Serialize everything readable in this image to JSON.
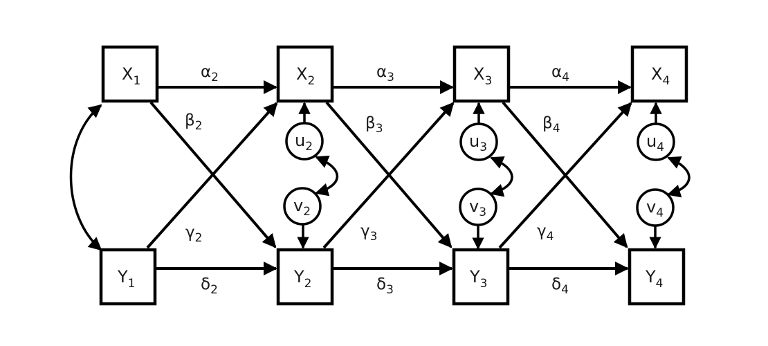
{
  "diagram": {
    "type": "cross-lagged path model",
    "waves": [
      1,
      2,
      3,
      4
    ],
    "observed": {
      "X": [
        {
          "id": "X1",
          "base": "X",
          "sub": "1"
        },
        {
          "id": "X2",
          "base": "X",
          "sub": "2"
        },
        {
          "id": "X3",
          "base": "X",
          "sub": "3"
        },
        {
          "id": "X4",
          "base": "X",
          "sub": "4"
        }
      ],
      "Y": [
        {
          "id": "Y1",
          "base": "Y",
          "sub": "1"
        },
        {
          "id": "Y2",
          "base": "Y",
          "sub": "2"
        },
        {
          "id": "Y3",
          "base": "Y",
          "sub": "3"
        },
        {
          "id": "Y4",
          "base": "Y",
          "sub": "4"
        }
      ]
    },
    "residuals": {
      "u": [
        {
          "id": "u2",
          "base": "u",
          "sub": "2",
          "target": "X2"
        },
        {
          "id": "u3",
          "base": "u",
          "sub": "3",
          "target": "X3"
        },
        {
          "id": "u4",
          "base": "u",
          "sub": "4",
          "target": "X4"
        }
      ],
      "v": [
        {
          "id": "v2",
          "base": "v",
          "sub": "2",
          "target": "Y2"
        },
        {
          "id": "v3",
          "base": "v",
          "sub": "3",
          "target": "Y3"
        },
        {
          "id": "v4",
          "base": "v",
          "sub": "4",
          "target": "Y4"
        }
      ]
    },
    "paths": {
      "alpha": [
        {
          "base": "α",
          "sub": "2",
          "from": "X1",
          "to": "X2"
        },
        {
          "base": "α",
          "sub": "3",
          "from": "X2",
          "to": "X3"
        },
        {
          "base": "α",
          "sub": "4",
          "from": "X3",
          "to": "X4"
        }
      ],
      "beta": [
        {
          "base": "β",
          "sub": "2",
          "from": "X1",
          "to": "Y2"
        },
        {
          "base": "β",
          "sub": "3",
          "from": "X2",
          "to": "Y3"
        },
        {
          "base": "β",
          "sub": "4",
          "from": "X3",
          "to": "Y4"
        }
      ],
      "gamma": [
        {
          "base": "γ",
          "sub": "2",
          "from": "Y1",
          "to": "X2"
        },
        {
          "base": "γ",
          "sub": "3",
          "from": "Y2",
          "to": "X3"
        },
        {
          "base": "γ",
          "sub": "4",
          "from": "Y3",
          "to": "X4"
        }
      ],
      "delta": [
        {
          "base": "δ",
          "sub": "2",
          "from": "Y1",
          "to": "Y2"
        },
        {
          "base": "δ",
          "sub": "3",
          "from": "Y2",
          "to": "Y3"
        },
        {
          "base": "δ",
          "sub": "4",
          "from": "Y3",
          "to": "Y4"
        }
      ]
    },
    "covariances": [
      {
        "between": [
          "X1",
          "Y1"
        ]
      },
      {
        "between": [
          "u2",
          "v2"
        ]
      },
      {
        "between": [
          "u3",
          "v3"
        ]
      },
      {
        "between": [
          "u4",
          "v4"
        ]
      }
    ],
    "colors": {
      "stroke": "#000000",
      "fill": "#ffffff",
      "text": "#1a1a1a"
    }
  }
}
